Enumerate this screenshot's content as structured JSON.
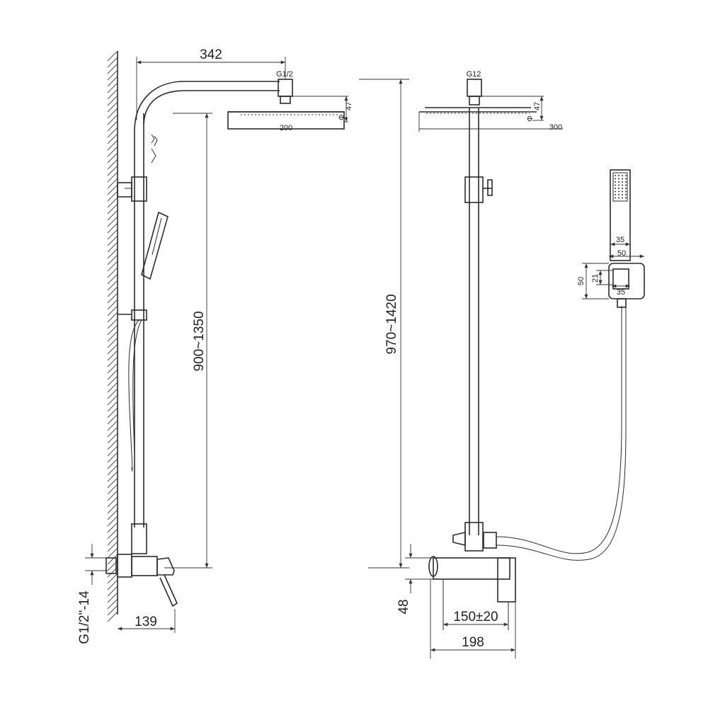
{
  "side_view": {
    "arm_reach": "342",
    "inlet_thread_top": "G1/2",
    "shower_head_height": "47",
    "shower_head_diameter": "200",
    "rail_height_range": "900~1350",
    "wall_connection_thread": "G1/2\"-14",
    "mixer_projection": "139"
  },
  "front_view": {
    "inlet_thread_top": "G12",
    "shower_head_height": "47",
    "shower_head_diameter": "300",
    "rail_height_range": "970~1420",
    "mixer_height": "48",
    "inlet_centers": "150±20",
    "mixer_width": "198"
  },
  "hand_shower_bracket": {
    "width_inner": "35",
    "width_outer": "50",
    "height_outer": "50",
    "height_inner": "21",
    "base_width": "35"
  }
}
